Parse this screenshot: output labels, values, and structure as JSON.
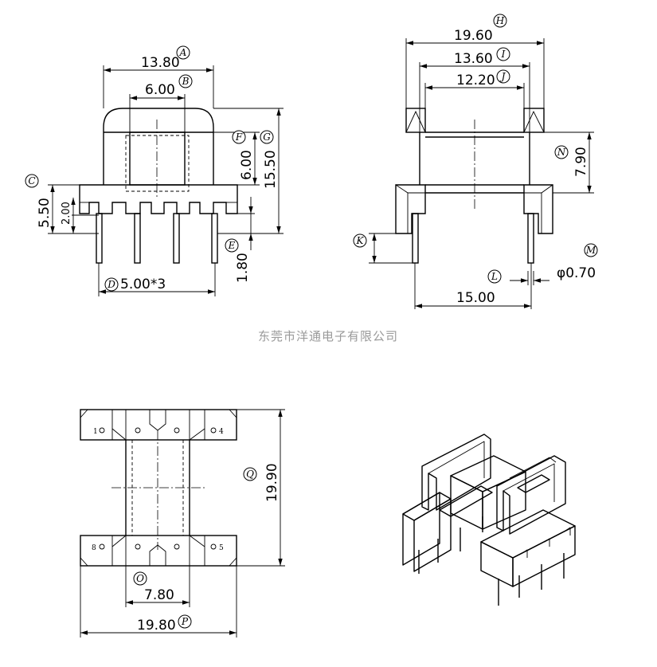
{
  "company": "东莞市洋通电子有限公司",
  "dimensions": {
    "A": "13.80",
    "B": "6.00",
    "C": "5.50",
    "C_inner": "2.00",
    "D": "5.00*3",
    "E": "1.80",
    "F": "6.00",
    "G": "15.50",
    "H": "19.60",
    "I": "13.60",
    "J": "12.20",
    "N": "7.90",
    "L": "15.00",
    "M": "φ0.70",
    "O": "7.80",
    "P": "19.80",
    "Q": "19.90"
  },
  "callouts": [
    "A",
    "B",
    "C",
    "D",
    "E",
    "F",
    "G",
    "H",
    "I",
    "J",
    "K",
    "L",
    "M",
    "N",
    "O",
    "P",
    "Q"
  ],
  "pins": [
    "1",
    "4",
    "8",
    "5"
  ]
}
